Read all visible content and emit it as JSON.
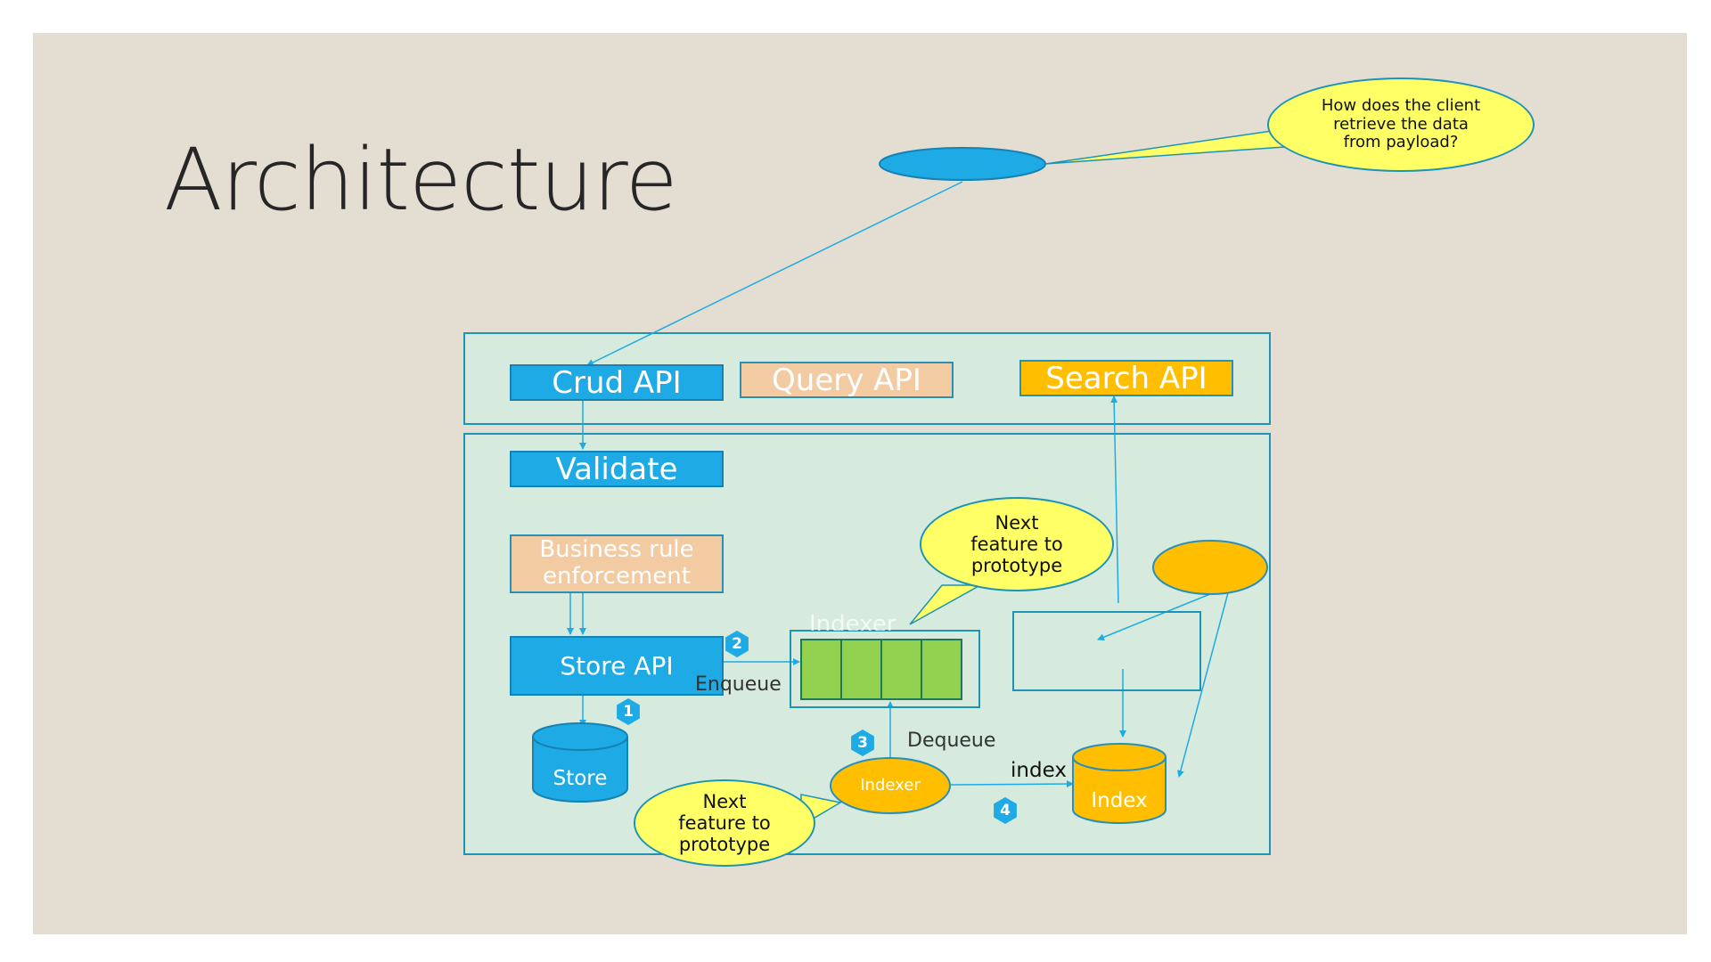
{
  "slide": {
    "title": "Architecture"
  },
  "api_layer": {
    "crud_api": "Crud API",
    "query_api": "Query API",
    "search_api": "Search API"
  },
  "pipeline": {
    "validate": "Validate",
    "business_rule": "Business rule enforcement",
    "store_api": "Store API",
    "store": "Store",
    "indexer": "Indexer",
    "index": "Index",
    "enqueue_label": "Enqueue",
    "dequeue_label": "Dequeue",
    "index_label": "index",
    "queue_label": "Indexer",
    "steps": [
      "1",
      "2",
      "3",
      "4"
    ]
  },
  "callouts": {
    "payload_question": "How does the client retrieve the data from payload?",
    "next_feature_top": "Next feature to prototype",
    "next_feature_bottom": "Next feature to prototype"
  },
  "colors": {
    "slide_bg": "#e3ddd2",
    "panel_bg": "#d6eadd",
    "blue": "#1eaae4",
    "tan": "#f2cba3",
    "gold": "#ffbf00",
    "queue_green": "#92d050",
    "callout_yellow": "#ffff66"
  }
}
